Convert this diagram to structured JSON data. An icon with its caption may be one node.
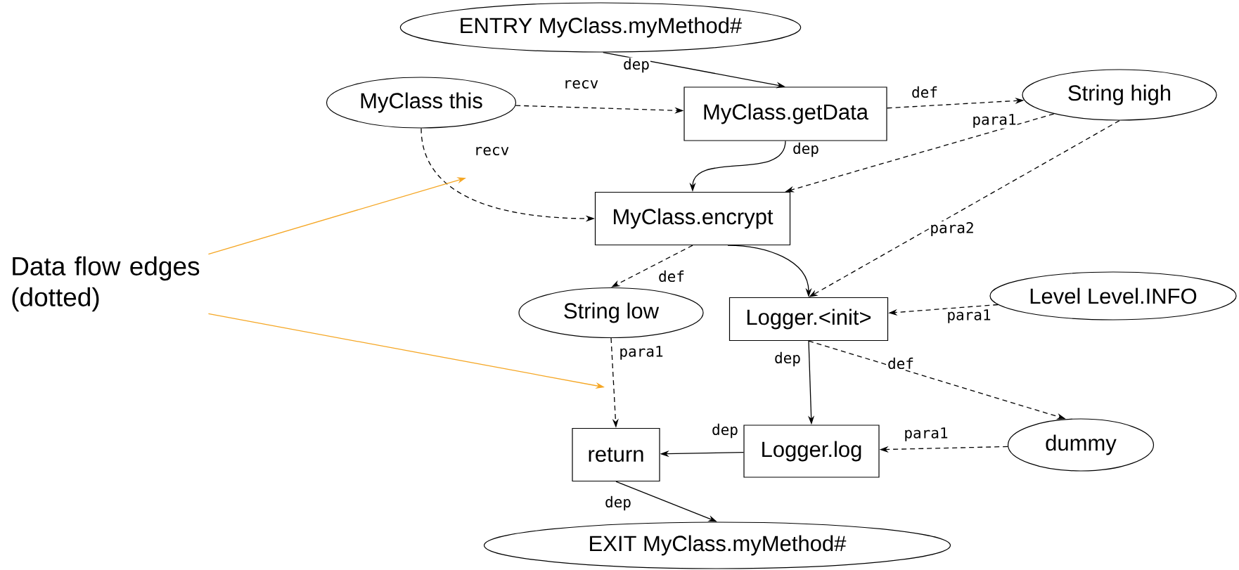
{
  "diagram": {
    "nodes": [
      {
        "text": [
          "ENTRY MyClass.myMethod#"
        ]
      },
      {
        "text": [
          "MyClass this"
        ]
      },
      {
        "text": [
          "MyClass.getData"
        ]
      },
      {
        "text": [
          "String high"
        ]
      },
      {
        "text": [
          "MyClass.encrypt"
        ]
      },
      {
        "text": [
          "String low"
        ]
      },
      {
        "text": [
          "Logger.<init>"
        ]
      },
      {
        "text": [
          "Level Level.INFO"
        ]
      },
      {
        "text": [
          "dummy"
        ]
      },
      {
        "text": [
          "Logger.log"
        ]
      },
      {
        "text": [
          "return"
        ]
      },
      {
        "text": [
          "EXIT MyClass.myMethod#"
        ]
      },
      {
        "text": [
          "Data flow edges (dotted)"
        ]
      }
    ],
    "edges": [
      {
        "from": 0,
        "to": 2,
        "arrow": "to",
        "label": "dep"
      },
      {
        "from": 1,
        "to": 2,
        "arrow": "to",
        "label": "recv",
        "style": "dashed"
      },
      {
        "from": 2,
        "to": 3,
        "arrow": "to",
        "label": "def",
        "style": "dashed"
      },
      {
        "from": 2,
        "to": 4,
        "arrow": "to",
        "label": "dep"
      },
      {
        "from": 1,
        "to": 4,
        "arrow": "to",
        "label": "recv",
        "style": "dashed"
      },
      {
        "from": 3,
        "to": 4,
        "arrow": "to",
        "label": "para1",
        "style": "dashed"
      },
      {
        "from": 3,
        "to": 6,
        "arrow": "to",
        "label": "para2",
        "style": "dashed"
      },
      {
        "from": 4,
        "to": 5,
        "arrow": "to",
        "label": "def",
        "style": "dashed"
      },
      {
        "from": 4,
        "to": 6,
        "arrow": "to"
      },
      {
        "from": 7,
        "to": 6,
        "arrow": "to",
        "label": "para1",
        "style": "dashed"
      },
      {
        "from": 5,
        "to": 10,
        "arrow": "to",
        "label": "para1",
        "style": "dashed"
      },
      {
        "from": 6,
        "to": 9,
        "arrow": "to",
        "label": "dep"
      },
      {
        "from": 6,
        "to": 8,
        "arrow": "to",
        "label": "def",
        "style": "dashed"
      },
      {
        "from": 8,
        "to": 9,
        "arrow": "to",
        "label": "para1",
        "style": "dashed"
      },
      {
        "from": 9,
        "to": 10,
        "arrow": "to",
        "label": "dep"
      },
      {
        "from": 10,
        "to": 11,
        "arrow": "to",
        "label": "dep"
      },
      {
        "from": 12,
        "to": null,
        "arrow": "to",
        "color": "#f5a623"
      },
      {
        "from": 12,
        "to": null,
        "arrow": "to",
        "color": "#f5a623"
      }
    ]
  }
}
